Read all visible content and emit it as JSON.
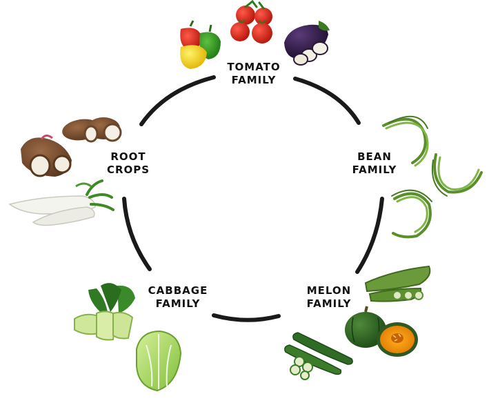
{
  "diagram": {
    "colors": {
      "arc": "#1a1a1a",
      "text": "#111111",
      "background": "#ffffff"
    },
    "families": [
      {
        "id": "tomato",
        "line1": "TOMATO",
        "line2": "FAMILY",
        "vegetables": [
          "bell-peppers",
          "tomatoes",
          "eggplant"
        ]
      },
      {
        "id": "bean",
        "line1": "BEAN",
        "line2": "FAMILY",
        "vegetables": [
          "long-beans"
        ]
      },
      {
        "id": "melon",
        "line1": "MELON",
        "line2": "FAMILY",
        "vegetables": [
          "bitter-melon",
          "kabocha-squash",
          "cucumbers"
        ]
      },
      {
        "id": "cabbage",
        "line1": "CABBAGE",
        "line2": "FAMILY",
        "vegetables": [
          "bok-choy",
          "napa-cabbage"
        ]
      },
      {
        "id": "root",
        "line1": "ROOT",
        "line2": "CROPS",
        "vegetables": [
          "taro",
          "daikon-radish"
        ]
      }
    ]
  }
}
